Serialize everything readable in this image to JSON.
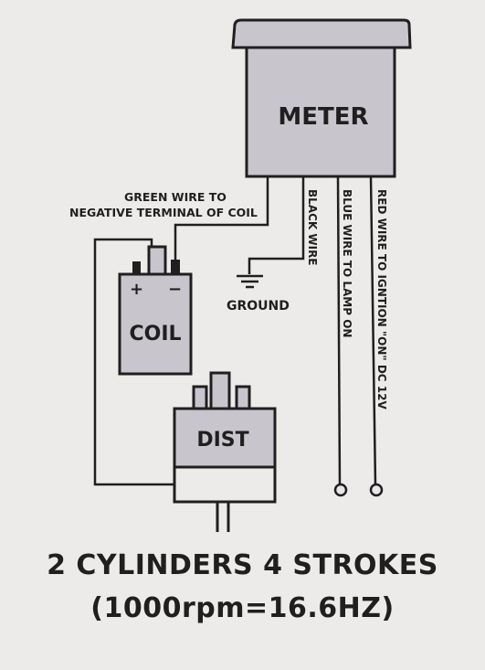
{
  "diagram": {
    "meter_label": "METER",
    "coil_label": "COIL",
    "coil_plus": "+",
    "coil_minus": "−",
    "dist_label": "DIST",
    "ground_label": "GROUND",
    "green_wire_line1": "GREEN WIRE TO",
    "green_wire_line2": "NEGATIVE TERMINAL OF COIL",
    "black_wire_label": "BLACK WIRE",
    "blue_wire_label": "BLUE WIRE TO LAMP ON",
    "red_wire_label": "RED WIRE TO IGNTION \"ON\" DC 12V"
  },
  "caption": {
    "line1": "2 CYLINDERS 4 STROKES",
    "line2": "(1000rpm=16.6HZ)"
  },
  "colors": {
    "background": "#ecebe9",
    "box_fill": "#c8c6cc",
    "ink": "#1f1f1f"
  }
}
